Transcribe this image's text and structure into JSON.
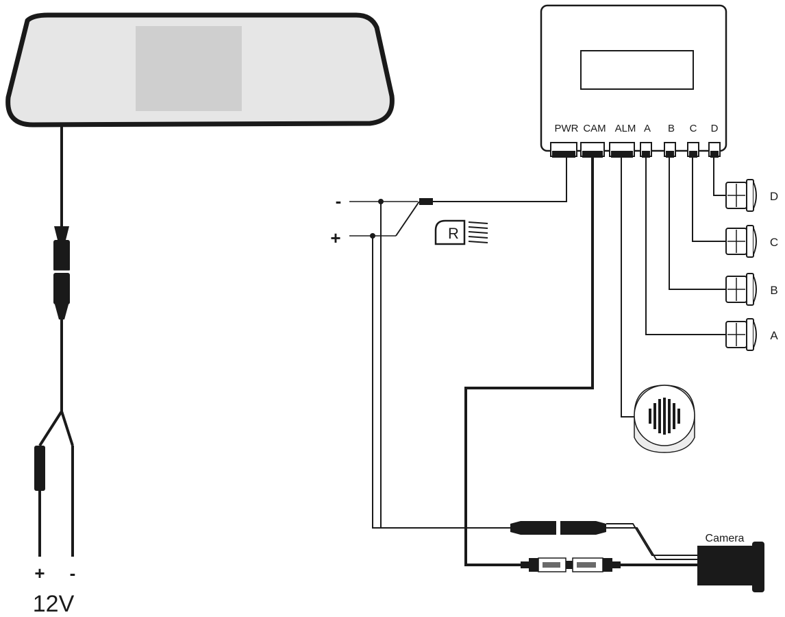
{
  "ports": [
    "PWR",
    "CAM",
    "ALM",
    "A",
    "B",
    "C",
    "D"
  ],
  "sensors": [
    "D",
    "C",
    "B",
    "A"
  ],
  "power": {
    "minus": "-",
    "plus": "+"
  },
  "reverse_symbol": "R",
  "mirror_power": {
    "plus": "+",
    "minus": "-",
    "voltage": "12V"
  },
  "camera": {
    "label": "Camera"
  }
}
